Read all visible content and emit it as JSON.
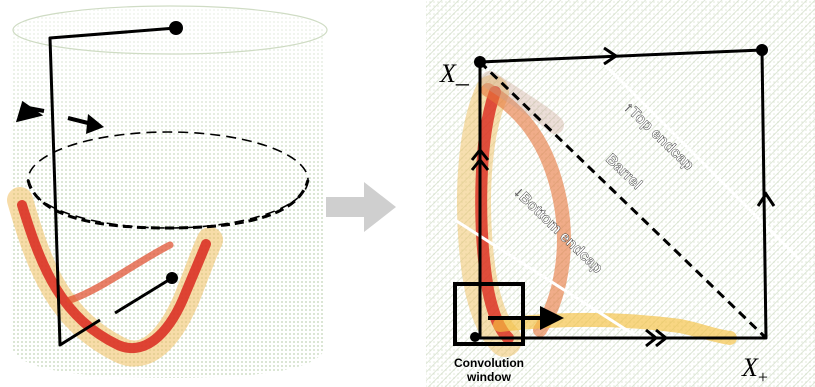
{
  "labels": {
    "x_minus": "X_",
    "x_plus_base": "X",
    "x_plus_sub": "+",
    "top_endcap": "↑Top endcap",
    "barrel": "Barrel",
    "bottom_endcap": "↓Bottom endcap",
    "conv_line1": "Convolution",
    "conv_line2": "window"
  },
  "colors": {
    "dot_mesh": "#9fb88a",
    "hot_band": "#d9281e",
    "warm_band": "#f0a020",
    "lines": "#000000",
    "transition_arrow": "#cfcfcf"
  }
}
